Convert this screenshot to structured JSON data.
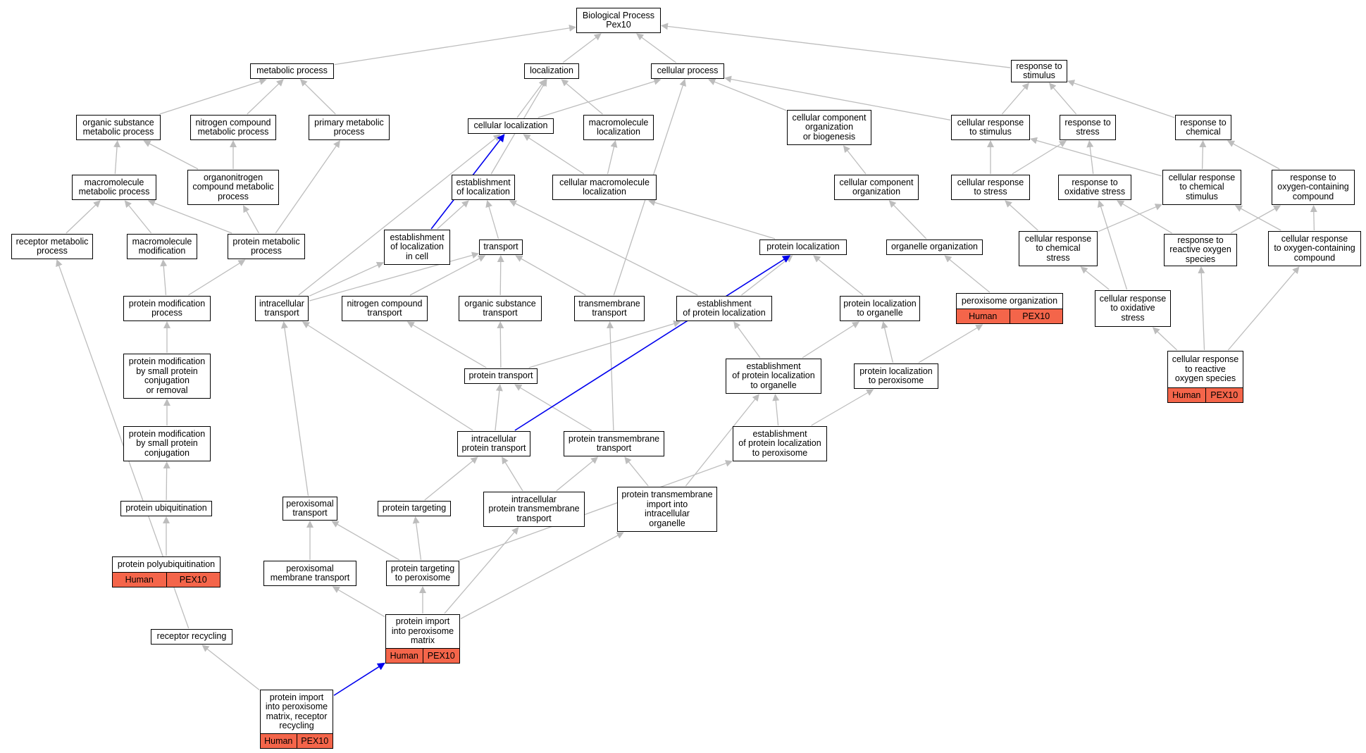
{
  "diagram": {
    "type": "GO biological process ancestry graph",
    "colors": {
      "edge": "#bdbdbd",
      "highlight_edge": "#0000ee",
      "annotation_fill": "#f4654a",
      "node_border": "#000000"
    },
    "nodes": {
      "n_root": "Biological Process\nPex10",
      "n_metabolic": "metabolic process",
      "n_localization": "localization",
      "n_cellproc": "cellular process",
      "n_respstim": "response to\nstimulus",
      "n_orgsub": "organic substance\nmetabolic process",
      "n_nitro": "nitrogen compound\nmetabolic process",
      "n_primary": "primary metabolic\nprocess",
      "n_cellloc": "cellular localization",
      "n_macroloc": "macromolecule\nlocalization",
      "n_ccorg_bio": "cellular component\norganization\nor biogenesis",
      "n_cellrespstim": "cellular response\nto stimulus",
      "n_respstress": "response to\nstress",
      "n_respchem": "response to\nchemical",
      "n_macromet": "macromolecule\nmetabolic process",
      "n_organonitro": "organonitrogen\ncompound metabolic\nprocess",
      "n_estloc": "establishment\nof localization",
      "n_cellmacroloc": "cellular macromolecule\nlocalization",
      "n_ccorg": "cellular component\norganization",
      "n_cellrespstress": "cellular response\nto stress",
      "n_respox": "response to\noxidative stress",
      "n_cellrespchemstim": "cellular response\nto chemical\nstimulus",
      "n_respoxcomp": "response to\noxygen-containing\ncompound",
      "n_recmet": "receptor metabolic\nprocess",
      "n_macromod": "macromolecule\nmodification",
      "n_protmet": "protein metabolic\nprocess",
      "n_estlocincell": "establishment\nof localization\nin cell",
      "n_transport": "transport",
      "n_protloc": "protein localization",
      "n_organelleorg": "organelle organization",
      "n_cellrespchemstress": "cellular response\nto chemical\nstress",
      "n_respros": "response to\nreactive oxygen\nspecies",
      "n_cellrespoxcomp": "cellular response\nto oxygen-containing\ncompound",
      "n_protmodproc": "protein modification\nprocess",
      "n_intratrans": "intracellular\ntransport",
      "n_nitrotrans": "nitrogen compound\ntransport",
      "n_orgsubtrans": "organic substance\ntransport",
      "n_tmtrans": "transmembrane\ntransport",
      "n_estprotloc": "establishment\nof protein localization",
      "n_protloc_org": "protein localization\nto organelle",
      "n_perox_org": "peroxisome organization",
      "n_cellrespoxstress": "cellular response\nto oxidative\nstress",
      "n_protmod_small": "protein modification\nby small protein\nconjugation\nor removal",
      "n_prottrans": "protein transport",
      "n_estprotloc_org": "establishment\nof protein localization\nto organelle",
      "n_protloc_perox": "protein localization\nto peroxisome",
      "n_cellresp_ros": "cellular response\nto reactive\noxygen species",
      "n_protmod_conj": "protein modification\nby small protein\nconjugation",
      "n_intraprottrans": "intracellular\nprotein transport",
      "n_prottmtrans": "protein transmembrane\ntransport",
      "n_estprotloc_perox": "establishment\nof protein localization\nto peroxisome",
      "n_protubiq": "protein ubiquitination",
      "n_peroxtrans": "peroxisomal\ntransport",
      "n_prottarget": "protein targeting",
      "n_intraprottmtrans": "intracellular\nprotein transmembrane\ntransport",
      "n_prottmimport": "protein transmembrane\nimport into\nintracellular\norganelle",
      "n_protpolyubiq": "protein polyubiquitination",
      "n_peroxmemtrans": "peroxisomal\nmembrane transport",
      "n_prottarget_perox": "protein targeting\nto peroxisome",
      "n_protimport_perox": "protein import\ninto peroxisome\nmatrix",
      "n_recrecycle": "receptor recycling",
      "n_protimport_rec": "protein import\ninto peroxisome\nmatrix, receptor\nrecycling"
    },
    "annotation": {
      "species": "Human",
      "gene": "PEX10"
    }
  }
}
